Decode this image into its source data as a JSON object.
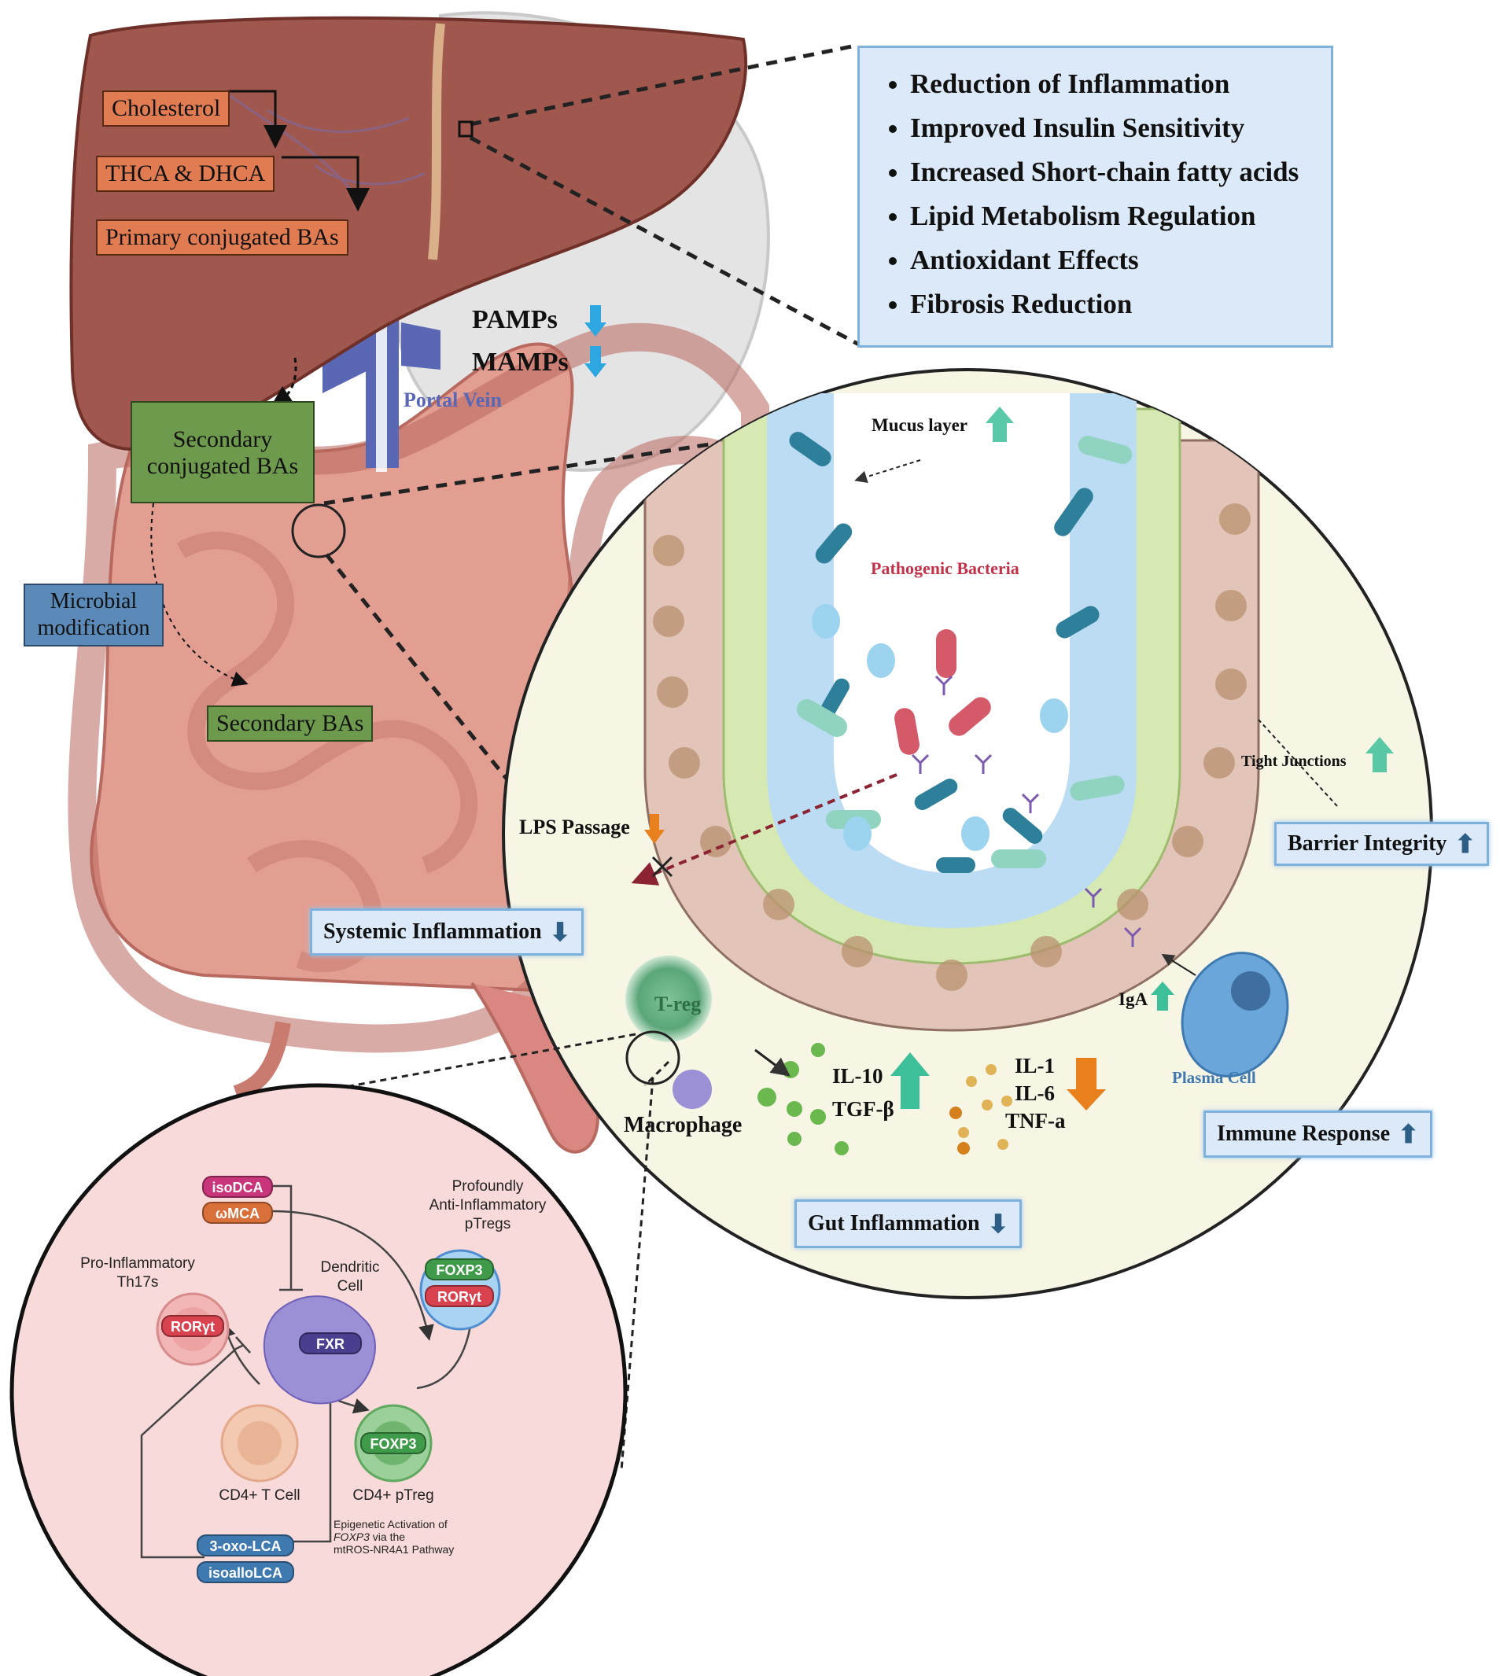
{
  "liver_pathway": {
    "cholesterol": "Cholesterol",
    "thca_dhca": "THCA & DHCA",
    "primary_bas": "Primary conjugated BAs",
    "secondary_conjugated": "Secondary conjugated BAs",
    "microbial_modification": "Microbial modification",
    "secondary_bas": "Secondary BAs",
    "pamps": "PAMPs",
    "mamps": "MAMPs",
    "portal_vein": "Portal Vein"
  },
  "benefits": [
    "Reduction of Inflammation",
    "Improved Insulin Sensitivity",
    "Increased Short-chain fatty acids",
    "Lipid Metabolism Regulation",
    "Antioxidant Effects",
    "Fibrosis Reduction"
  ],
  "gut_circle": {
    "mucus_layer": "Mucus layer",
    "pathogenic_bacteria": "Pathogenic Bacteria",
    "tight_junctions": "Tight Junctions",
    "barrier_integrity": "Barrier Integrity",
    "lps_passage": "LPS Passage",
    "systemic_inflammation": "Systemic Inflammation",
    "treg": "T-reg",
    "macrophage": "Macrophage",
    "il10": "IL-10",
    "tgfb": "TGF-β",
    "il1": "IL-1",
    "il6": "IL-6",
    "tnfa": "TNF-a",
    "iga": "IgA",
    "plasma_cell": "Plasma Cell",
    "immune_response": "Immune Response",
    "gut_inflammation": "Gut Inflammation"
  },
  "immune_circle": {
    "isodca": "isoDCA",
    "wmca": "ωMCA",
    "profoundly": "Profoundly",
    "anti_inflammatory": "Anti-Inflammatory",
    "ptregs": "pTregs",
    "dendritic": "Dendritic",
    "cell": "Cell",
    "pro_inflammatory": "Pro-Inflammatory",
    "th17s": "Th17s",
    "roryt": "RORγt",
    "foxp3": "FOXP3",
    "fxr": "FXR",
    "cd4_tcell": "CD4+ T Cell",
    "cd4_ptreg": "CD4+ pTreg",
    "epigenetic_1": "Epigenetic Activation of",
    "epigenetic_2": "FOXP3",
    "epigenetic_3": " via the",
    "epigenetic_4": "mtROS-NR4A1 Pathway",
    "oxo_lca": "3-oxo-LCA",
    "isoallolca": "isoalloLCA"
  },
  "colors": {
    "liver": "#a0574d",
    "intestine": "#d98780",
    "orange_box": "#e07b52",
    "green_box": "#6e9a4e",
    "info_box": "#dbe9f8",
    "teal_up": "#3dbf9a",
    "orange_down": "#e8801e",
    "dark_arrow": "#2d5f86"
  }
}
